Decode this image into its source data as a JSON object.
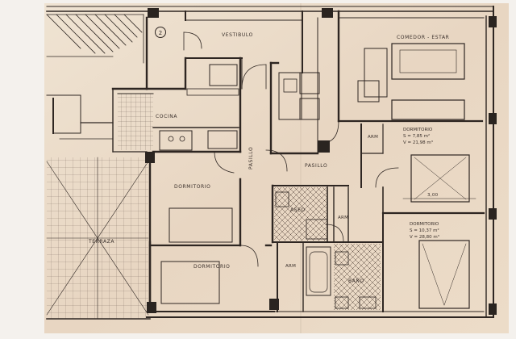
{
  "plan": {
    "marker": "2",
    "rooms": {
      "vestibulo": "VESTIBULO",
      "comedor": "COMEDOR - ESTAR",
      "cocina": "COCINA",
      "pasillo_v": "PASILLO",
      "pasillo_h": "PASILLO",
      "dormitorio_small": "DORMITORIO",
      "dormitorio_mid": "DORMITORIO",
      "aseo": "ASEO",
      "terraza": "TERRAZA",
      "dormitorio_low": "DORMITORIO",
      "bano": "BAÑO"
    },
    "arm_labels": {
      "arm1": "ARM",
      "arm2": "ARM",
      "arm3": "ARM"
    },
    "dorm1": {
      "title": "DORMITORIO",
      "area": "S = 7,85 m²",
      "volume": "V = 21,98 m³",
      "dim": "3,00"
    },
    "dorm2": {
      "title": "DORMITORIO",
      "area": "S = 10,37 m²",
      "volume": "V = 28,80 m³"
    }
  },
  "colors": {
    "paper": "#eadcc9",
    "ink": "#2e2622",
    "column": "#2a2420"
  }
}
